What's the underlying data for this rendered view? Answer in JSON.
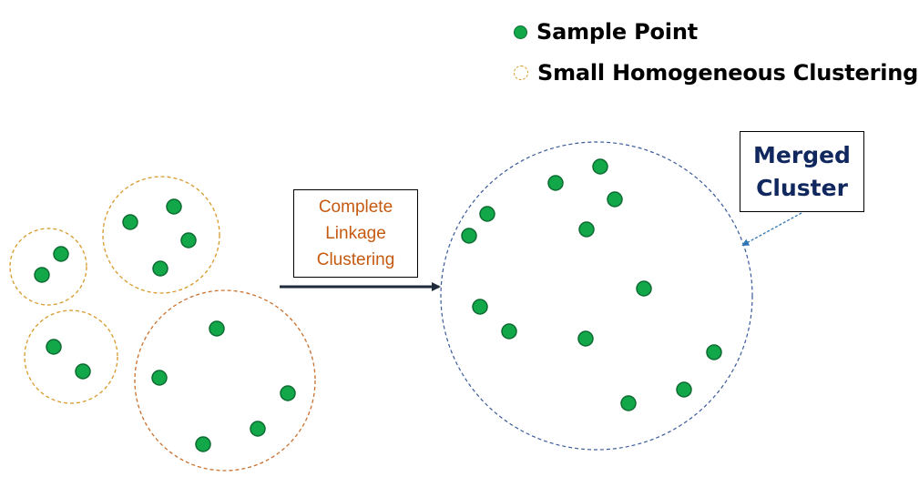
{
  "legend": {
    "sample_point_label": "Sample Point",
    "cluster_label": "Small Homogeneous Clustering"
  },
  "process_box": {
    "label": "Complete Linkage Clustering"
  },
  "result_box": {
    "label": "Merged Cluster"
  },
  "colors": {
    "point_fill": "#12a84a",
    "point_stroke": "#0d6b32",
    "small_cluster_ring": "#d79a2b",
    "large_cluster_ring": "#c9712e",
    "merged_cluster_ring": "#3a5a9a",
    "process_text": "#c55a11",
    "merged_text": "#10285e",
    "pointer": "#2e75b6",
    "arrow": "#1f2a3a"
  }
}
